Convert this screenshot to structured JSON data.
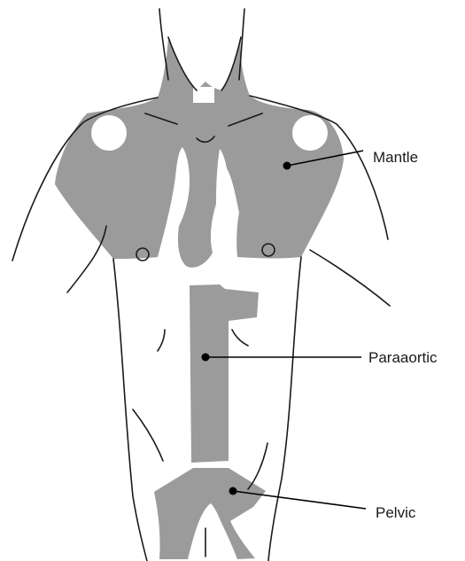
{
  "colors": {
    "field_fill": "#9b9b9b",
    "outline": "#1a1a1a",
    "background": "#ffffff"
  },
  "labels": {
    "mantle": "Mantle",
    "paraaortic": "Paraaortic",
    "pelvic": "Pelvic"
  }
}
